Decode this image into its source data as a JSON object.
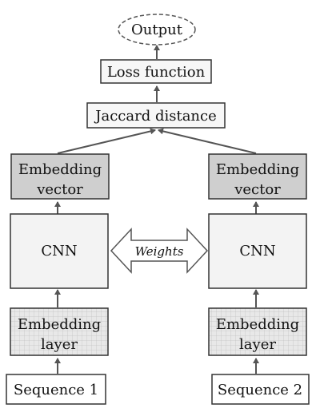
{
  "nodes": {
    "output": "Output",
    "loss": "Loss function",
    "jaccard": "Jaccard distance",
    "left": {
      "embedding_vector": [
        "Embedding",
        "vector"
      ],
      "cnn": "CNN",
      "embedding_layer": [
        "Embedding",
        "layer"
      ],
      "sequence": "Sequence 1"
    },
    "right": {
      "embedding_vector": [
        "Embedding",
        "vector"
      ],
      "cnn": "CNN",
      "embedding_layer": [
        "Embedding",
        "layer"
      ],
      "sequence": "Sequence 2"
    },
    "shared": "Weights"
  },
  "colors": {
    "stroke": "#333333",
    "box_light": "#f3f3f3",
    "box_dark": "#cfcfcf",
    "grid_fill": "#e8e8e8",
    "grid_line": "#c8c8c8",
    "arrow": "#555555"
  }
}
